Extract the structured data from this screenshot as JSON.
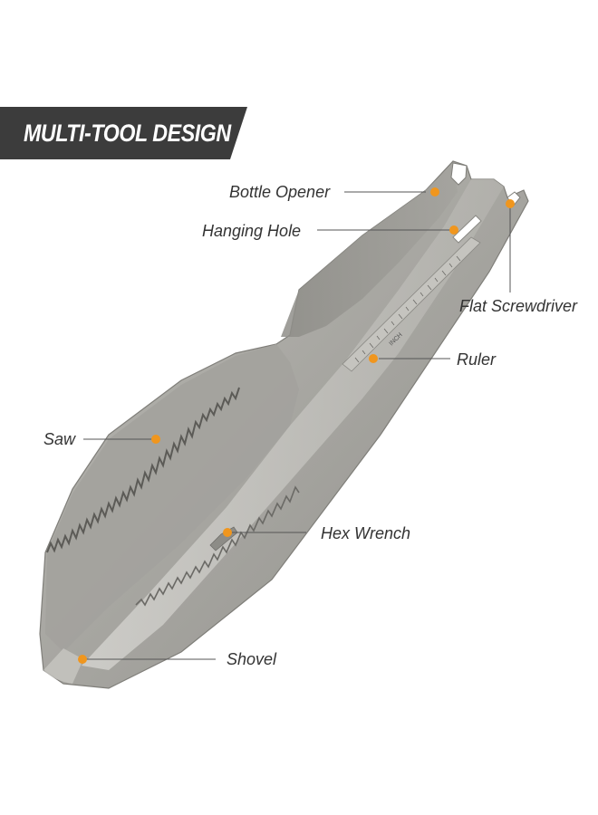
{
  "banner": {
    "title": "MULTI-TOOL DESIGN"
  },
  "accent_color": "#f0961e",
  "callouts": {
    "bottle_opener": "Bottle Opener",
    "hanging_hole": "Hanging Hole",
    "flat_screwdriver": "Flat Screwdriver",
    "ruler": "Ruler",
    "saw": "Saw",
    "hex_wrench": "Hex Wrench",
    "shovel": "Shovel"
  },
  "ruler_unit": "INCH"
}
